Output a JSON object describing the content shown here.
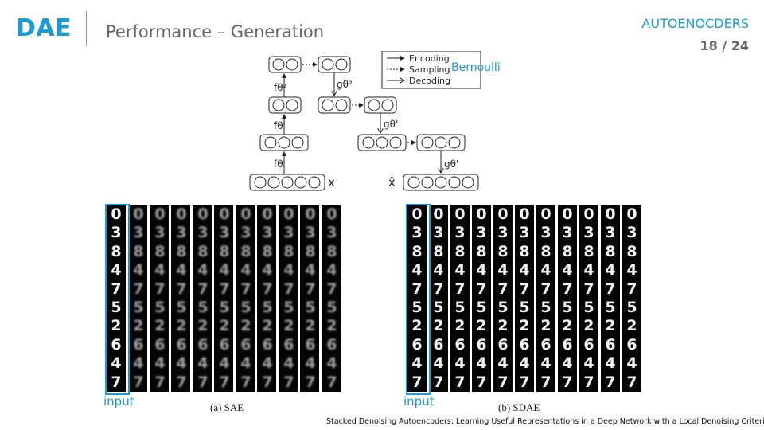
{
  "header": {
    "logo": "DAE",
    "title": "Performance – Generation",
    "topic": "AUTOENOCDERS",
    "page": "18 / 24"
  },
  "diagram": {
    "legend": [
      "Encoding",
      "Sampling",
      "Decoding"
    ],
    "annotation": "Bernoulli",
    "input_symbol": "x",
    "output_symbol": "x̂",
    "encoder_labels": [
      "fθ",
      "fθ'",
      "fθ²"
    ],
    "decoder_labels": [
      "gθ²",
      "gθ'",
      "gθ'"
    ]
  },
  "panels": [
    {
      "caption": "(a) SAE",
      "input_label": "input",
      "digits": [
        "0",
        "3",
        "8",
        "4",
        "7",
        "5",
        "2",
        "6",
        "4",
        "7"
      ],
      "quality": "noisy"
    },
    {
      "caption": "(b) SDAE",
      "input_label": "input",
      "digits": [
        "0",
        "3",
        "8",
        "4",
        "7",
        "5",
        "2",
        "6",
        "4",
        "7"
      ],
      "quality": "clean"
    }
  ],
  "citation": "Stacked Denoising Autoencoders: Learning Useful Representations in a Deep Network with a Local Denoising Criterion",
  "colors": {
    "accent": "#1a9bd7",
    "text_gray": "#666666"
  }
}
